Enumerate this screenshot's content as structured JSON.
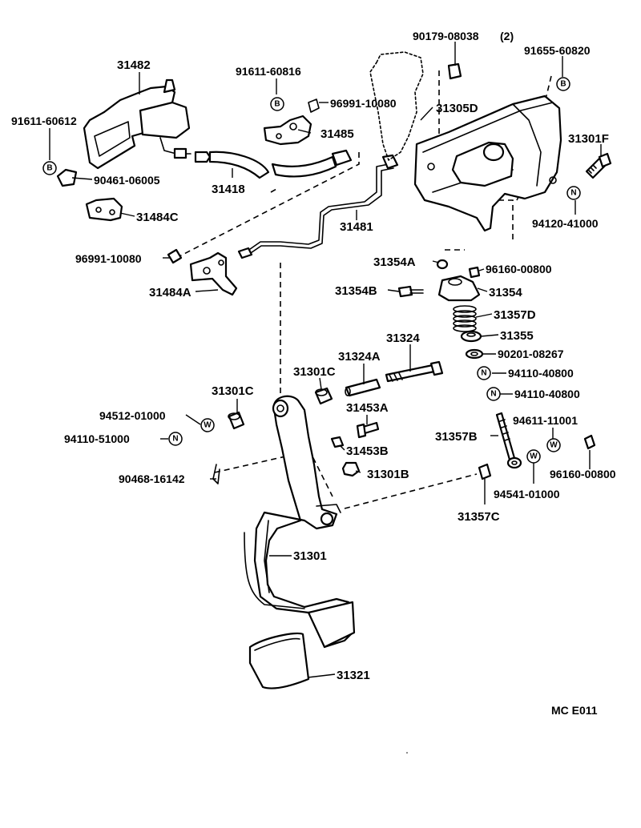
{
  "labels": {
    "p90179": "90179-08038",
    "p90179_qty": "(2)",
    "p91655": "91655-60820",
    "p31482": "31482",
    "p91611_60816": "91611-60816",
    "p96991_top": "96991-10080",
    "p31305D": "31305D",
    "p91611_60612": "91611-60612",
    "p31485": "31485",
    "p31301F": "31301F",
    "p90461": "90461-06005",
    "p31418": "31418",
    "p31484C": "31484C",
    "p31481": "31481",
    "p94120": "94120-41000",
    "p96991_left": "96991-10080",
    "p31354A": "31354A",
    "p96160_top": "96160-00800",
    "p31484A": "31484A",
    "p31354B": "31354B",
    "p31354": "31354",
    "p31357D": "31357D",
    "p31324": "31324",
    "p31355": "31355",
    "p31324A": "31324A",
    "p90201": "90201-08267",
    "p31301C_mid": "31301C",
    "p94110_a": "94110-40800",
    "p94110_b": "94110-40800",
    "p31301C_left": "31301C",
    "p31453A": "31453A",
    "p94512": "94512-01000",
    "p94611": "94611-11001",
    "p31357B": "31357B",
    "p94110_51000": "94110-51000",
    "p31453B": "31453B",
    "p96160_bot": "96160-00800",
    "p90468": "90468-16142",
    "p31301B": "31301B",
    "p94541": "94541-01000",
    "p31357C": "31357C",
    "p31301": "31301",
    "p31321": "31321",
    "diagram_code": "MC E011"
  },
  "symbols": {
    "b": "B",
    "n": "N",
    "w": "W"
  }
}
